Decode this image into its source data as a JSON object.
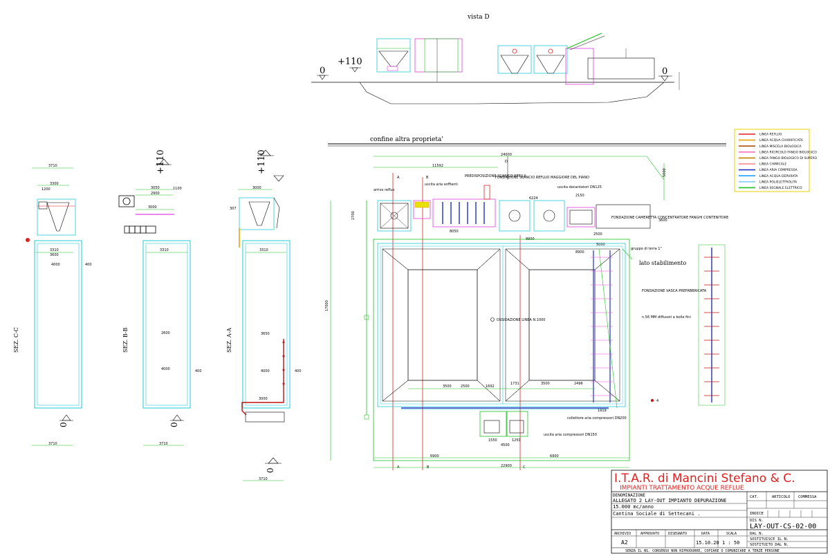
{
  "view_d": {
    "title": "vista D",
    "level_zero": "0",
    "level_110": "+110",
    "level_zero_right": "0"
  },
  "sections": {
    "cc": {
      "name": "SEZ. C-C",
      "dim_top": "3710",
      "dim_inner": "3300",
      "dim_small": "1200",
      "dim_mid": "3310",
      "dim_mid2": "3600",
      "dim_depth": "4000",
      "dim_bottom": "3710",
      "level": "0",
      "side": "400"
    },
    "bb": {
      "name": "SEZ. B-B",
      "level_top": "+110",
      "dim_top": "3050",
      "dim_top2": "2900",
      "dim_small": "1100",
      "dim_inner": "3000",
      "dim_mid": "3310",
      "dim_depth": "2600",
      "dim_depth2": "4000",
      "dim_bottom": "3710",
      "level": "0",
      "side": "400"
    },
    "aa": {
      "name": "SEZ. A-A",
      "level_top": "+110",
      "dim_top": "3000",
      "dim_small": "307",
      "dim_mid": "3310",
      "dim_depth": "3650",
      "dim_depth2": "4000",
      "dim_lower": "3000",
      "dim_bottom": "3710",
      "level": "0",
      "side": "400"
    }
  },
  "plan": {
    "boundary": "confine altra proprieta'",
    "side_label": "lato stabilimento",
    "width_total": "24000",
    "dim_11592": "11592",
    "dim_8050": "8050",
    "dim_9900": "9900",
    "dim_6224": "6224",
    "dim_2500": "2500",
    "dim_5000": "5000",
    "dim_8900": "8900",
    "dim_17000": "17000",
    "dim_2700": "2700",
    "dim_3500": "3500",
    "dim_1692": "1692",
    "dim_1731": "1731",
    "dim_2496": "2496",
    "dim_1919": "1919",
    "dim_6900": "6900",
    "dim_6900b": "6900",
    "dim_22900": "22900",
    "dim_4500": "4500",
    "dim_1550": "1550",
    "dim_1250": "1250",
    "dim_3600": "3600",
    "dim_2150": "2150",
    "dim_5000r": "5000",
    "section_a": "A",
    "section_b": "B",
    "section_c": "C",
    "section_d": "D",
    "notes": {
      "arrivo": "arrivo refluo",
      "uscita": "uscita aria soffianti",
      "predisposizione": "PREDISPOSIZIONE SCARICO REFLUI",
      "fondazione": "FONDAZIONE SLANCIO REFLUO MAGGIORE DEL PIANO",
      "uscita_dissoluzione": "uscita decantatori DN125",
      "camera": "FONDAZIONE CAMERETTA CONCENTRATORE FANGHI CONTENITORE",
      "gruppo": "gruppo di terra 1\"",
      "fondazione_vasca": "FONDAZIONE VASCA PREFABBRICATA",
      "diffusori": "n.56 MM diffusori a bolle fini",
      "ossidazione": "OSSIDAZIONE LINEA N.1000",
      "collettore": "collettore aria compressori DN200",
      "uscita_compressori": "uscita aria compressori DN150",
      "item4": "4"
    }
  },
  "legend": [
    {
      "label": "LINEA REFLUO",
      "color": "#e02020"
    },
    {
      "label": "LINEA ACQUA CHIARIFICATA",
      "color": "#e8a000"
    },
    {
      "label": "LINEA MISCELA BIOLOGICA",
      "color": "#b05010"
    },
    {
      "label": "LINEA RICIRCOLO FANGO BIOLOGICO",
      "color": "#ff70c0"
    },
    {
      "label": "LINEA FANGO BIOLOGICO DI SUPERO",
      "color": "#c08000"
    },
    {
      "label": "LINEA CHIMICALE",
      "color": "#ff8080"
    },
    {
      "label": "LINEA ARIA COMPRESSA",
      "color": "#2030c0"
    },
    {
      "label": "LINEA ACQUA DEPURATA",
      "color": "#20a0ff"
    },
    {
      "label": "LINEA POLIELETTROLITA",
      "color": "#80d0ff"
    },
    {
      "label": "LINEA SEGNALE ELETTRICO",
      "color": "#20c020"
    }
  ],
  "title_block": {
    "company": "I.T.A.R. di Mancini Stefano & C.",
    "subtitle": "IMPIANTI TRATTAMENTO ACQUE REFLUE",
    "denominazione_label": "DENOMINAZIONE",
    "line1": "ALLEGATO 2 LAY-OUT IMPIANTO DEPURAZIONE",
    "line2": "15.000 mc/anno",
    "line3": "Cantina Sociale di Settecani .",
    "cat": "CAT.",
    "articolo": "ARTICOLO",
    "commessa": "COMMESSA",
    "indice": "INDICE",
    "dis_n_label": "DIS N.",
    "dis_n": "LAY-OUT-CS-02-00",
    "archivio": "ARCHIVIO",
    "approvato": "APPROVATO",
    "disegnato": "DISEGNATO",
    "data": "DATA",
    "scala": "SCALA",
    "archivio_val": "A2",
    "data_val": "15.10.20",
    "scala_val": "1 : 50",
    "dal_n": "DAL N.",
    "sostituisce": "SOSTITUISCE IL N.",
    "sostituito": "SOSTITUITO DAL N.",
    "footer": "SENZA IL NS. CONSENSO NON RIPRODURRE, COPIARE O COMUNICARE A TERZE PERSONE"
  },
  "colors": {
    "green": "#20c020",
    "cyan": "#20c8d8",
    "red": "#e02020",
    "magenta": "#e040e0",
    "blue": "#2030c0",
    "brown": "#b05010",
    "orange": "#e8a000",
    "darkred": "#c01010"
  }
}
